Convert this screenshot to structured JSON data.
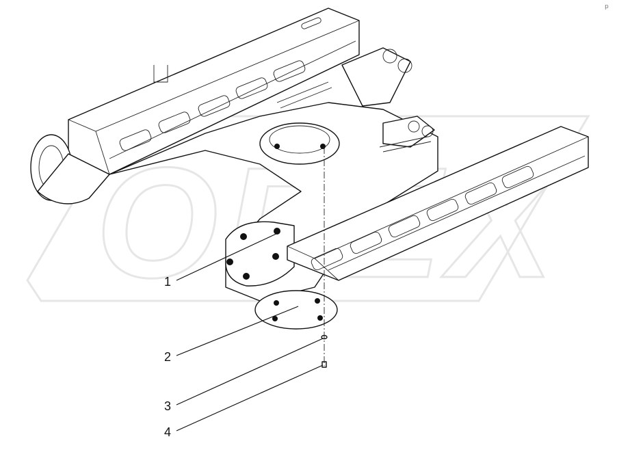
{
  "watermark": {
    "text": "OPEX",
    "color": "#e6e6e6"
  },
  "corner_mark": "p",
  "callouts": [
    {
      "id": "1",
      "label": "1"
    },
    {
      "id": "2",
      "label": "2"
    },
    {
      "id": "3",
      "label": "3"
    },
    {
      "id": "4",
      "label": "4"
    }
  ],
  "colors": {
    "ink": "#111111",
    "background": "#ffffff"
  }
}
